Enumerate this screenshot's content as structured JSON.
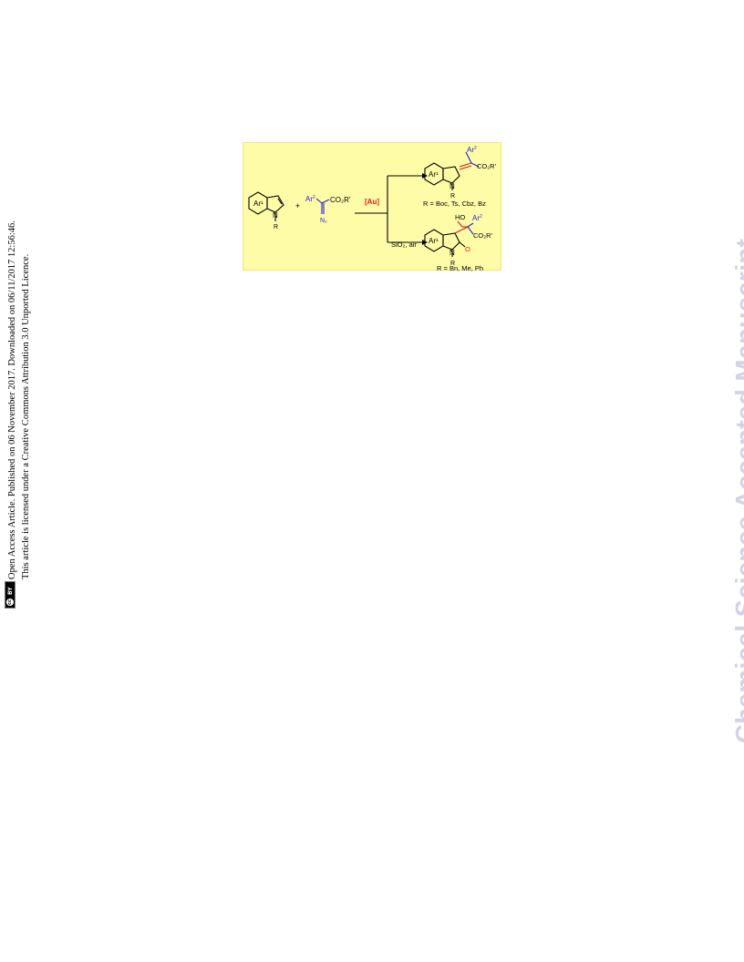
{
  "sidebar": {
    "line1": "Open Access Article. Published on 06 November 2017. Downloaded on 06/11/2017 12:56:46.",
    "line2": "This article is licensed under a Creative Commons Attribution 3.0 Unported Licence.",
    "badge": {
      "cc": "cc",
      "by": "BY"
    }
  },
  "watermark": "Chemical Science Accepted Manuscript",
  "scheme": {
    "reactant1": {
      "ring_label": "Ar¹",
      "n_label": "N",
      "n_sub": "R"
    },
    "plus": "+",
    "reactant2": {
      "ar": "Ar",
      "ar_sup": "2",
      "ester": "CO₂R'",
      "diazo": "N₂"
    },
    "catalyst": "[Au]",
    "lower_condition": "SiO₂, air",
    "product1": {
      "ring_label": "Ar¹",
      "n_label": "N",
      "n_sub": "R",
      "ar": "Ar",
      "ar_sup": "2",
      "ester": "CO₂R'",
      "r_list": "R = Boc, Ts, Cbz, Bz"
    },
    "product2": {
      "ring_label": "Ar¹",
      "n_label": "N",
      "n_sub": "R",
      "ho": "HO",
      "ar": "Ar",
      "ar_sup": "2",
      "ester": "CO₂R'",
      "oxo": "O",
      "r_list": "R = Bn, Me, Ph"
    }
  },
  "colors": {
    "blue": "#2222cc",
    "red": "#d61a1a",
    "panel": "#fffca8"
  }
}
